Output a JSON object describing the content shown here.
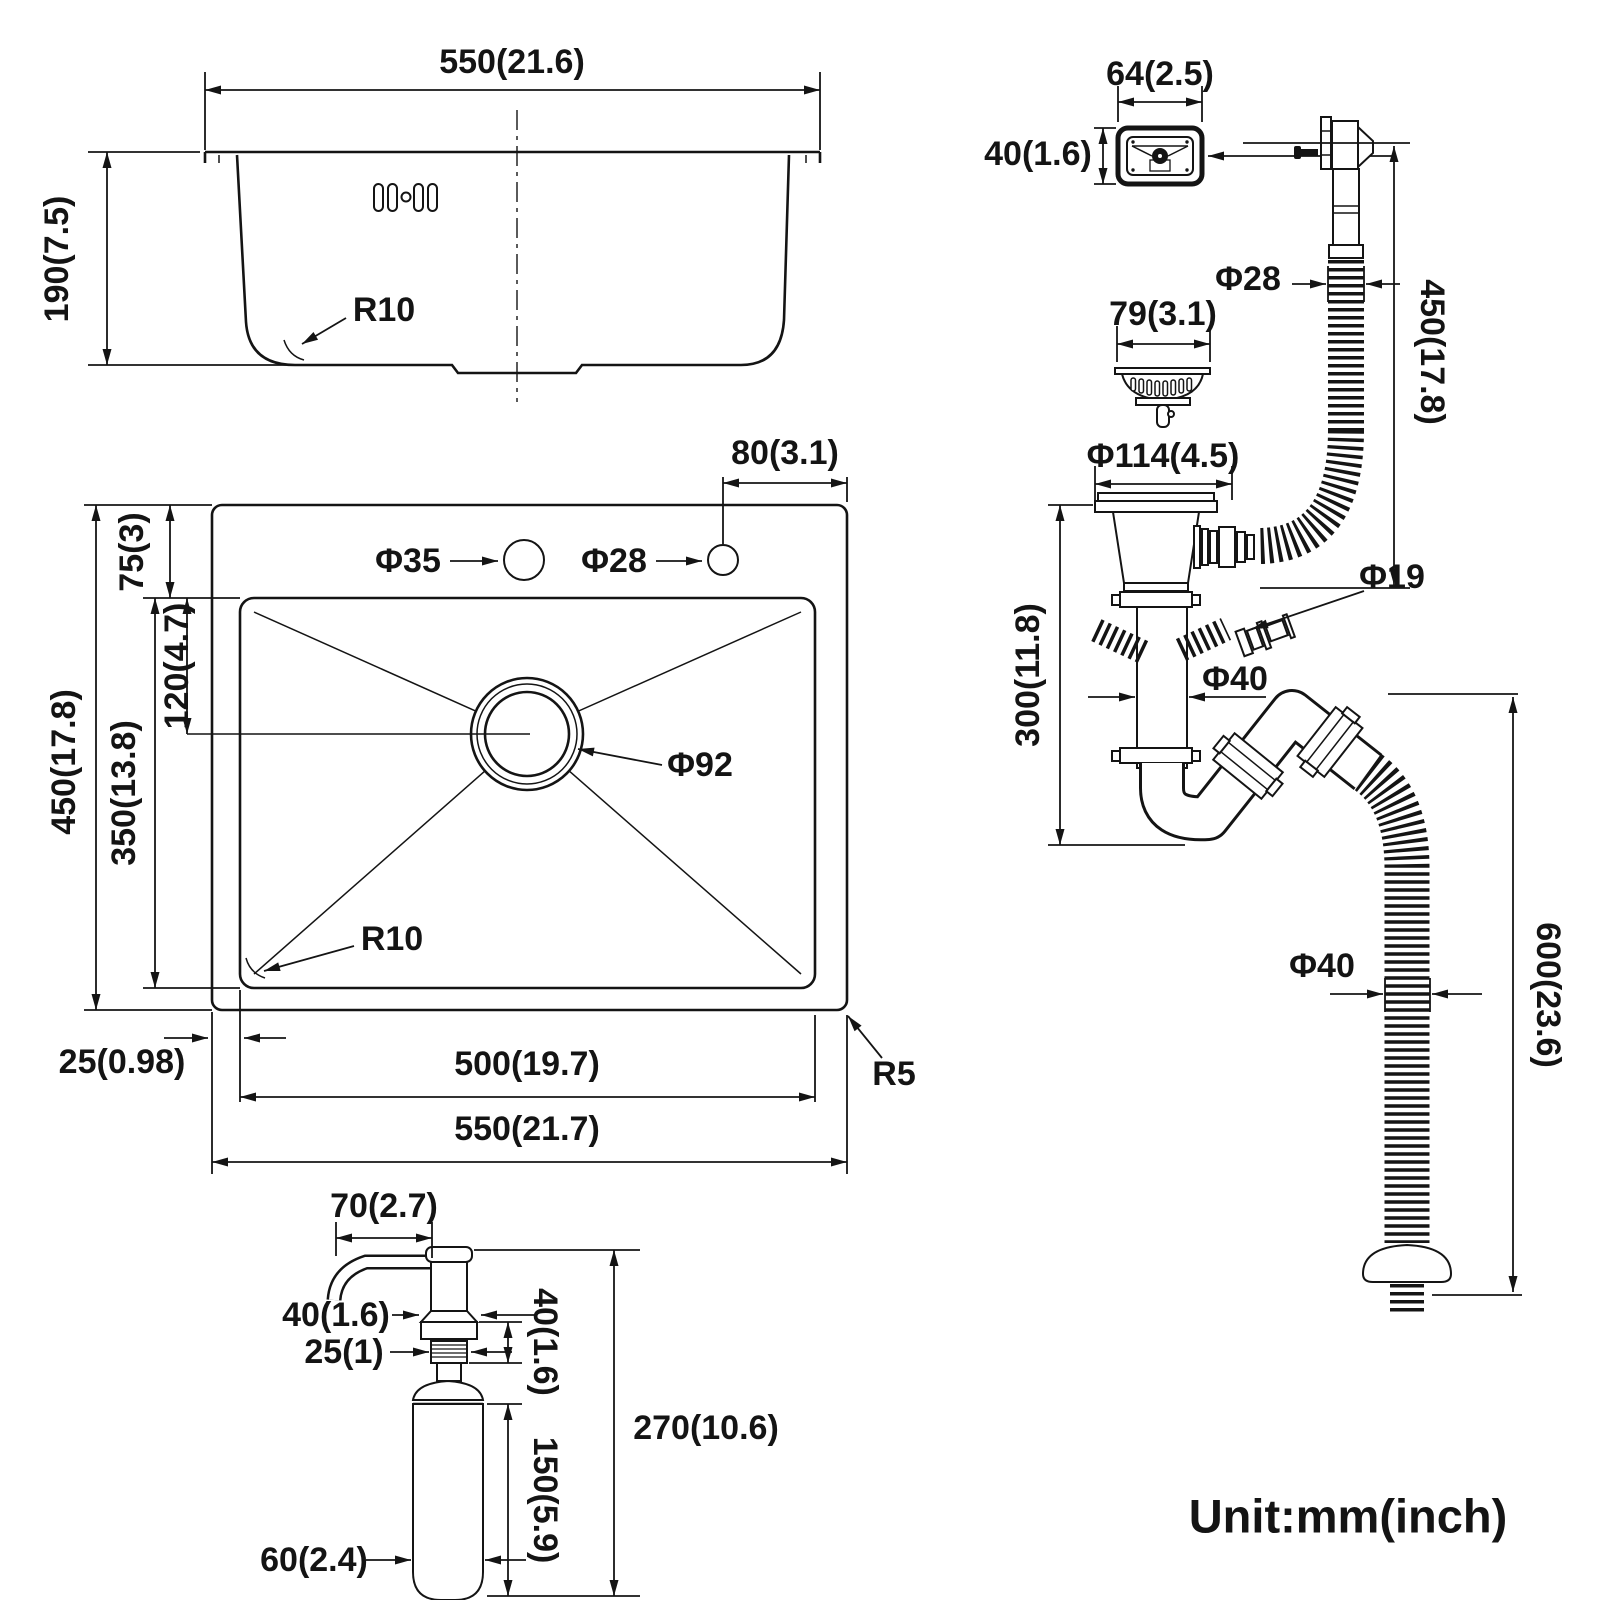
{
  "drawing": {
    "unit_label": "Unit:mm(inch)",
    "front_view": {
      "width_dim": "550(21.6)",
      "depth_dim": "190(7.5)",
      "corner_radius": "R10"
    },
    "top_view": {
      "hole_edge_offset_dim": "80(3.1)",
      "deck_depth_dim": "75(3)",
      "drain_offset_dim": "120(4.7)",
      "bowl_length_dim": "350(13.8)",
      "overall_length_dim": "450(17.8)",
      "faucet_hole_dim": "Φ35",
      "accessory_hole_dim": "Φ28",
      "drain_hole_dim": "Φ92",
      "bowl_corner_radius": "R10",
      "bowl_edge_offset_dim": "25(0.98)",
      "bowl_width_dim": "500(19.7)",
      "overall_width_dim": "550(21.7)",
      "outer_corner_radius": "R5"
    },
    "soap_dispenser": {
      "spout_length_dim": "70(2.7)",
      "flange_width_dim": "40(1.6)",
      "thread_width_dim": "25(1)",
      "head_height_dim": "40(1.6)",
      "bottle_height_dim": "150(5.9)",
      "overall_height_dim": "270(10.6)",
      "bottle_width_dim": "60(2.4)"
    },
    "drain_kit": {
      "overflow_cover_width_dim": "64(2.5)",
      "overflow_cover_height_dim": "40(1.6)",
      "overflow_hose_dim": "Φ28",
      "overflow_hose_height_dim": "450(17.8)",
      "basket_dim": "79(3.1)",
      "strainer_flange_dim": "Φ114(4.5)",
      "body_height_dim": "300(11.8)",
      "side_inlet_dim": "Φ19",
      "pipe_dim": "Φ40",
      "outlet_hose_dim": "Φ40",
      "outlet_hose_height_dim": "600(23.6)"
    }
  }
}
